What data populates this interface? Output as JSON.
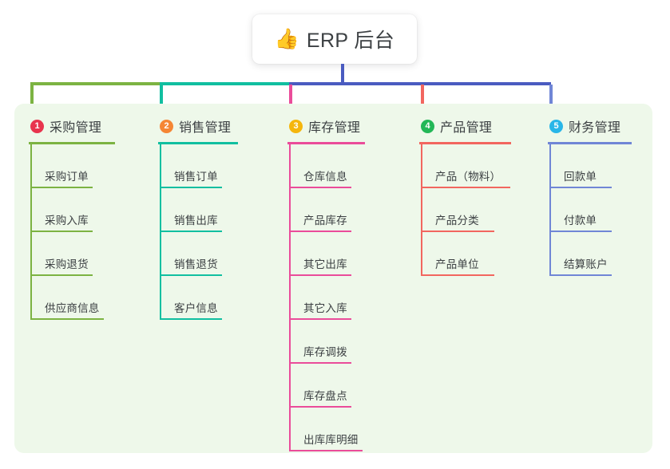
{
  "root": {
    "icon": "thumbs-up-icon",
    "icon_glyph": "👍",
    "title": "ERP 后台"
  },
  "connector": {
    "trunk_color": "#4a5bc0",
    "segments": [
      {
        "color": "#7cb342"
      },
      {
        "color": "#11bfa0"
      },
      {
        "color": "#4a5bc0"
      }
    ]
  },
  "panel": {
    "background": "#eef8ea"
  },
  "columns": [
    {
      "index": "1",
      "badge_label": "1",
      "badge_color": "#e8344e",
      "accent": "#7cb342",
      "title": "采购管理",
      "items": [
        {
          "label": "采购订单"
        },
        {
          "label": "采购入库"
        },
        {
          "label": "采购退货"
        },
        {
          "label": "供应商信息"
        }
      ]
    },
    {
      "index": "2",
      "badge_label": "2",
      "badge_color": "#f58634",
      "accent": "#11bfa0",
      "title": "销售管理",
      "items": [
        {
          "label": "销售订单"
        },
        {
          "label": "销售出库"
        },
        {
          "label": "销售退货"
        },
        {
          "label": "客户信息"
        }
      ]
    },
    {
      "index": "3",
      "badge_label": "3",
      "badge_color": "#f5b60d",
      "accent": "#ea4c9a",
      "title": "库存管理",
      "items": [
        {
          "label": "仓库信息"
        },
        {
          "label": "产品库存"
        },
        {
          "label": "其它出库"
        },
        {
          "label": "其它入库"
        },
        {
          "label": "库存调拨"
        },
        {
          "label": "库存盘点"
        },
        {
          "label": "出库库明细"
        }
      ]
    },
    {
      "index": "4",
      "badge_label": "4",
      "badge_color": "#23b757",
      "accent": "#f2665f",
      "title": "产品管理",
      "items": [
        {
          "label": "产品（物料）"
        },
        {
          "label": "产品分类"
        },
        {
          "label": "产品单位"
        }
      ]
    },
    {
      "index": "5",
      "badge_label": "5",
      "badge_color": "#29b6e8",
      "accent": "#7086d6",
      "title": "财务管理",
      "items": [
        {
          "label": "回款单"
        },
        {
          "label": "付款单"
        },
        {
          "label": "结算账户"
        }
      ]
    }
  ]
}
